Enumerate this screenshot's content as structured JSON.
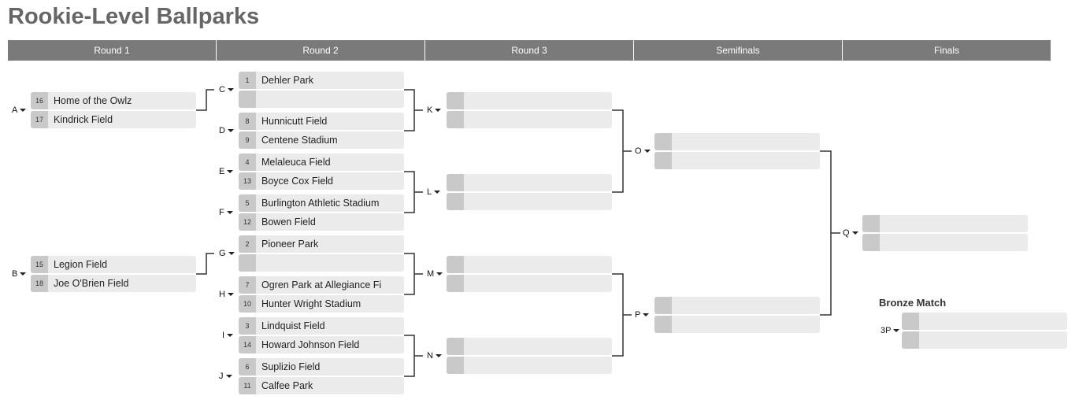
{
  "title": "Rookie-Level Ballparks",
  "rounds": [
    "Round 1",
    "Round 2",
    "Round 3",
    "Semifinals",
    "Finals"
  ],
  "bronze_title": "Bronze Match",
  "matches": {
    "A": {
      "label": "A",
      "top": {
        "seed": "16",
        "name": "Home of the Owlz"
      },
      "bottom": {
        "seed": "17",
        "name": "Kindrick Field"
      }
    },
    "B": {
      "label": "B",
      "top": {
        "seed": "15",
        "name": "Legion Field"
      },
      "bottom": {
        "seed": "18",
        "name": "Joe O'Brien Field"
      }
    },
    "C": {
      "label": "C",
      "top": {
        "seed": "1",
        "name": "Dehler Park"
      },
      "bottom": {
        "seed": "",
        "name": ""
      }
    },
    "D": {
      "label": "D",
      "top": {
        "seed": "8",
        "name": "Hunnicutt Field"
      },
      "bottom": {
        "seed": "9",
        "name": "Centene Stadium"
      }
    },
    "E": {
      "label": "E",
      "top": {
        "seed": "4",
        "name": "Melaleuca Field"
      },
      "bottom": {
        "seed": "13",
        "name": "Boyce Cox Field"
      }
    },
    "F": {
      "label": "F",
      "top": {
        "seed": "5",
        "name": "Burlington Athletic Stadium"
      },
      "bottom": {
        "seed": "12",
        "name": "Bowen Field"
      }
    },
    "G": {
      "label": "G",
      "top": {
        "seed": "2",
        "name": "Pioneer Park"
      },
      "bottom": {
        "seed": "",
        "name": ""
      }
    },
    "H": {
      "label": "H",
      "top": {
        "seed": "7",
        "name": "Ogren Park at Allegiance Fi"
      },
      "bottom": {
        "seed": "10",
        "name": "Hunter Wright Stadium"
      }
    },
    "I": {
      "label": "I",
      "top": {
        "seed": "3",
        "name": "Lindquist Field"
      },
      "bottom": {
        "seed": "14",
        "name": "Howard Johnson Field"
      }
    },
    "J": {
      "label": "J",
      "top": {
        "seed": "6",
        "name": "Suplizio Field"
      },
      "bottom": {
        "seed": "11",
        "name": "Calfee Park"
      }
    },
    "K": {
      "label": "K",
      "top": {
        "seed": "",
        "name": ""
      },
      "bottom": {
        "seed": "",
        "name": ""
      }
    },
    "L": {
      "label": "L",
      "top": {
        "seed": "",
        "name": ""
      },
      "bottom": {
        "seed": "",
        "name": ""
      }
    },
    "M": {
      "label": "M",
      "top": {
        "seed": "",
        "name": ""
      },
      "bottom": {
        "seed": "",
        "name": ""
      }
    },
    "N": {
      "label": "N",
      "top": {
        "seed": "",
        "name": ""
      },
      "bottom": {
        "seed": "",
        "name": ""
      }
    },
    "O": {
      "label": "O",
      "top": {
        "seed": "",
        "name": ""
      },
      "bottom": {
        "seed": "",
        "name": ""
      }
    },
    "P": {
      "label": "P",
      "top": {
        "seed": "",
        "name": ""
      },
      "bottom": {
        "seed": "",
        "name": ""
      }
    },
    "Q": {
      "label": "Q",
      "top": {
        "seed": "",
        "name": ""
      },
      "bottom": {
        "seed": "",
        "name": ""
      }
    },
    "3P": {
      "label": "3P",
      "top": {
        "seed": "",
        "name": ""
      },
      "bottom": {
        "seed": "",
        "name": ""
      }
    }
  }
}
